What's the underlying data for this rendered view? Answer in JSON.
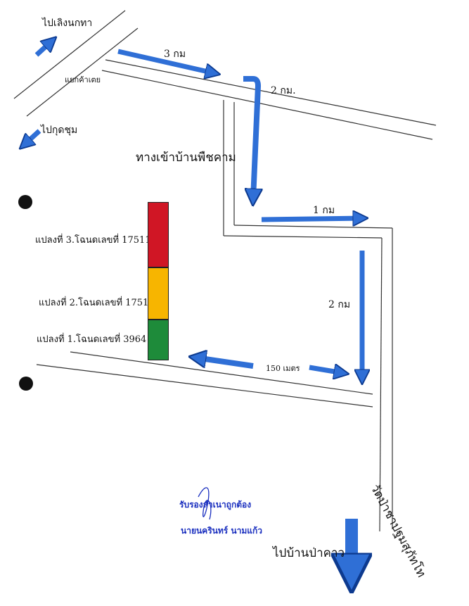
{
  "labels": {
    "to_loeng_nok_tha": "ไปเลิงนกทา",
    "kaeng_kha_toei": "แยกค้าเตย",
    "to_kut_chum": "ไปกุดชุม",
    "dist_3km": "3 กม",
    "dist_2km_top": "2 กม.",
    "entrance_ban_phuet_kham": "ทางเข้าบ้านพืชคาม",
    "dist_1km": "1 กม",
    "dist_2km_right": "2 กม",
    "dist_150m": "150 เมตร",
    "wat_pa_chat_prathum": "วัดป่าชาปฐมสุภัทโท",
    "to_ban_pa_khao": "ไปบ้านป่าคาว"
  },
  "plots": [
    {
      "label": "แปลงที่ 3.โฉนดเลขที่ 17511",
      "color": "#d01625"
    },
    {
      "label": "แปลงที่ 2.โฉนดเลขที่ 17512",
      "color": "#f7b500"
    },
    {
      "label": "แปลงที่ 1.โฉนดเลขที่ 3964",
      "color": "#1e8b3a"
    }
  ],
  "certification": {
    "line1": "รับรองสำเนาถูกต้อง",
    "line2": "นายนครินทร์ นามแก้ว",
    "ink_color": "#1a2fbf"
  },
  "colors": {
    "arrow": "#2f6fd6",
    "arrow_outline": "#0d3a8f",
    "road": "#333333"
  }
}
